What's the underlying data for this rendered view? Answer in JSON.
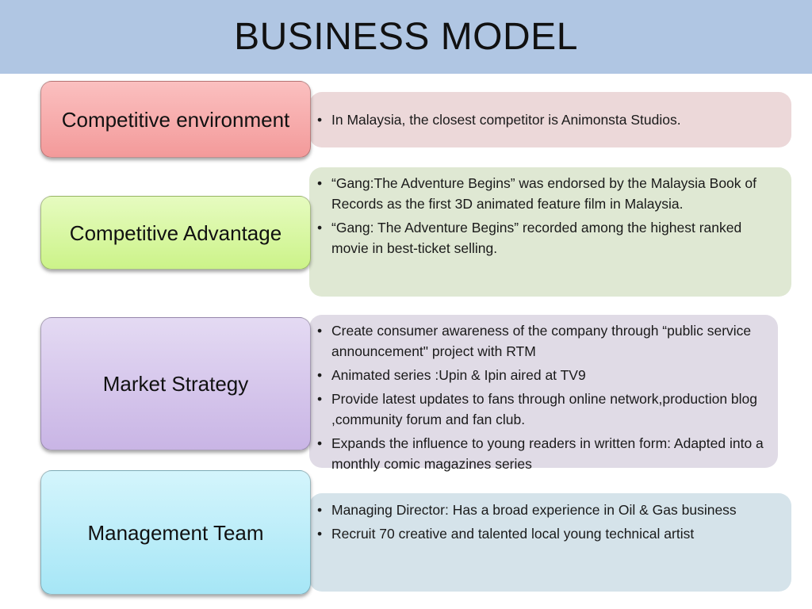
{
  "title": "BUSINESS MODEL",
  "colors": {
    "title_bar": "#b0c6e3",
    "row1_box": "#f6a5a5",
    "row1_panel": "#ecd8d9",
    "row2_box": "#d8f7a2",
    "row2_panel": "#dfe8d3",
    "row3_box": "#d3c3ea",
    "row3_panel": "#e0dbe6",
    "row4_box": "#b8ecf8",
    "row4_panel": "#d5e3ea"
  },
  "rows": [
    {
      "label": "Competitive environment",
      "bullets": [
        "In Malaysia, the closest competitor is Animonsta Studios."
      ]
    },
    {
      "label": "Competitive Advantage",
      "bullets": [
        "“Gang:The Adventure Begins” was endorsed by the Malaysia Book of Records as the first 3D animated feature film in Malaysia.",
        "“Gang: The Adventure Begins” recorded among the highest ranked movie in best-ticket selling."
      ]
    },
    {
      "label": "Market Strategy",
      "bullets": [
        "Create consumer awareness of the company through “public service announcement\" project with RTM",
        "Animated series :Upin & Ipin aired at TV9",
        "Provide latest updates to fans through online network,production blog ,community forum and fan club.",
        "Expands the influence to young readers in written form: Adapted into a monthly comic magazines series"
      ]
    },
    {
      "label": "Management Team",
      "bullets": [
        "Managing Director: Has a broad experience in Oil & Gas business",
        "Recruit 70 creative and talented local young technical artist"
      ]
    }
  ]
}
